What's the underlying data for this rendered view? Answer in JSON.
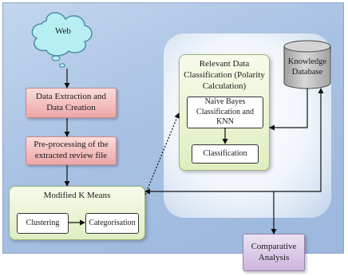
{
  "nodes": {
    "web": "Web",
    "extraction": "Data Extraction and Data Creation",
    "preprocessing": "Pre-processing of the extracted review file",
    "kmeans": "Modified K Means",
    "clustering": "Clustering",
    "categorisation": "Categorisation",
    "relevant": "Relevant Data Classification (Polarity Calculation)",
    "naive_bayes": "Naive Bayes Classification and KNN",
    "classification": "Classification",
    "knowledge_db": [
      "Knowledge",
      "Database"
    ],
    "comparative": [
      "Comparative",
      "Analysis"
    ]
  },
  "colors": {
    "panel": "#a9c2e3",
    "cloud_fill": "#b7eef2",
    "cloud_stroke": "#4c8fa6",
    "pink_box": "#eca6a6",
    "green_box": "#dfeec0",
    "purple_box": "#cdb6dd",
    "database": "#c6c6c6",
    "arrow": "#111111"
  }
}
